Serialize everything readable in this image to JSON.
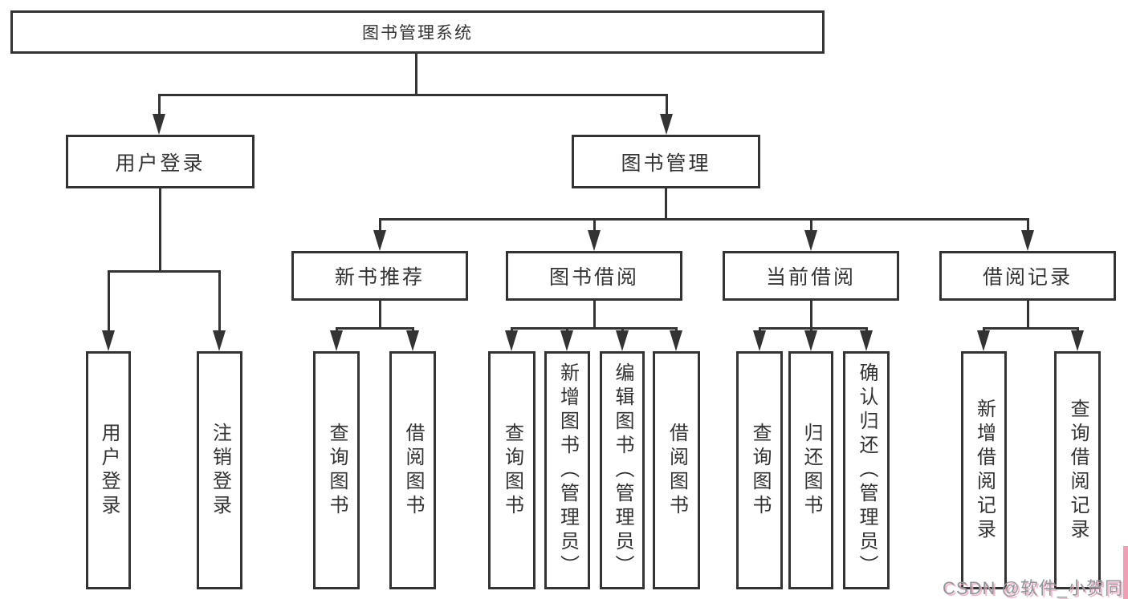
{
  "diagram": {
    "title": "图书管理系统",
    "root": {
      "label": "图书管理系统"
    },
    "level2": [
      {
        "label": "用户登录",
        "parent": "图书管理系统"
      },
      {
        "label": "图书管理",
        "parent": "图书管理系统"
      }
    ],
    "level3": [
      {
        "label": "新书推荐",
        "parent": "图书管理"
      },
      {
        "label": "图书借阅",
        "parent": "图书管理"
      },
      {
        "label": "当前借阅",
        "parent": "图书管理"
      },
      {
        "label": "借阅记录",
        "parent": "图书管理"
      }
    ],
    "leaves": [
      {
        "label": "用户登录",
        "parent": "用户登录"
      },
      {
        "label": "注销登录",
        "parent": "用户登录"
      },
      {
        "label": "查询图书",
        "parent": "新书推荐"
      },
      {
        "label": "借阅图书",
        "parent": "新书推荐"
      },
      {
        "label": "查询图书",
        "parent": "图书借阅"
      },
      {
        "label": "新增图书（管理员）",
        "parent": "图书借阅"
      },
      {
        "label": "编辑图书（管理员）",
        "parent": "图书借阅"
      },
      {
        "label": "借阅图书",
        "parent": "图书借阅"
      },
      {
        "label": "查询图书",
        "parent": "当前借阅"
      },
      {
        "label": "归还图书",
        "parent": "当前借阅"
      },
      {
        "label": "确认归还（管理员）",
        "parent": "当前借阅"
      },
      {
        "label": "新增借阅记录",
        "parent": "借阅记录"
      },
      {
        "label": "查询借阅记录",
        "parent": "借阅记录"
      }
    ],
    "watermark": "CSDN @软件_小贺同学",
    "colors": {
      "line": "#333333",
      "box_border": "#333333",
      "text": "#333333",
      "background": "#ffffff",
      "watermark_text": "#8f969c",
      "watermark_accent": "#f2a8bb"
    }
  }
}
